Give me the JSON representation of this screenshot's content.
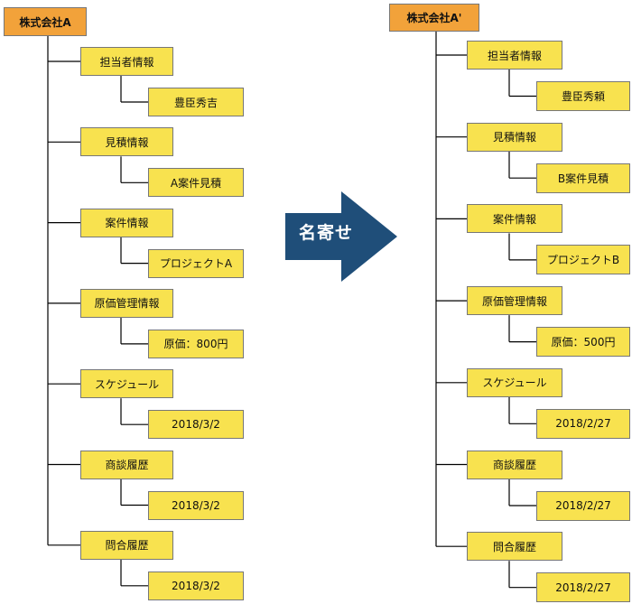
{
  "colors": {
    "root_fill": "#f2a23a",
    "node_fill": "#f8e24f",
    "node_border": "#777777",
    "arrow_fill": "#1f4e79",
    "line": "#000000"
  },
  "arrow": {
    "label": "名寄せ"
  },
  "left_tree": {
    "root": "株式会社A",
    "items": [
      {
        "category": "担当者情報",
        "value": "豊臣秀吉"
      },
      {
        "category": "見積情報",
        "value": "A案件見積"
      },
      {
        "category": "案件情報",
        "value": "プロジェクトA"
      },
      {
        "category": "原価管理情報",
        "value": "原価：800円"
      },
      {
        "category": "スケジュール",
        "value": "2018/3/2"
      },
      {
        "category": "商談履歴",
        "value": "2018/3/2"
      },
      {
        "category": "問合履歴",
        "value": "2018/3/2"
      }
    ]
  },
  "right_tree": {
    "root": "株式会社A'",
    "items": [
      {
        "category": "担当者情報",
        "value": "豊臣秀頼"
      },
      {
        "category": "見積情報",
        "value": "B案件見積"
      },
      {
        "category": "案件情報",
        "value": "プロジェクトB"
      },
      {
        "category": "原価管理情報",
        "value": "原価：500円"
      },
      {
        "category": "スケジュール",
        "value": "2018/2/27"
      },
      {
        "category": "商談履歴",
        "value": "2018/2/27"
      },
      {
        "category": "問合履歴",
        "value": "2018/2/27"
      }
    ]
  }
}
